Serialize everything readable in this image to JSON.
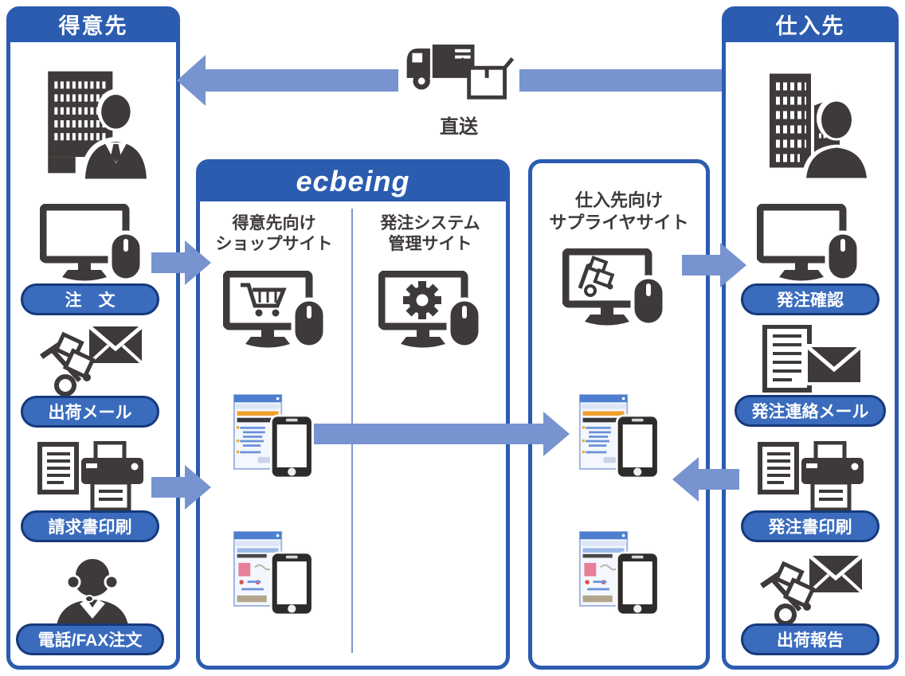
{
  "diagram_title": "ecbeing order/supply flow diagram",
  "colors": {
    "panel_blue": "#2b5cb0",
    "pill_fill": "#3a6bbd",
    "pill_border": "#16397a",
    "arrow_blue": "#7793d0",
    "icon_dark": "#3e3a39"
  },
  "customer_panel": {
    "title": "得意先",
    "order_label": "注　文",
    "shipping_mail_label": "出荷メール",
    "invoice_print_label": "請求書印刷",
    "phone_fax_label": "電話/FAX注文"
  },
  "ecbeing_panel": {
    "logo": "ecbeing",
    "shop_site_title_line1": "得意先向け",
    "shop_site_title_line2": "ショップサイト",
    "admin_site_title_line1": "発注システム",
    "admin_site_title_line2": "管理サイト"
  },
  "supplier_site_panel": {
    "title_line1": "仕入先向け",
    "title_line2": "サプライヤサイト"
  },
  "supplier_panel": {
    "title": "仕入先",
    "order_check_label": "発注確認",
    "order_mail_label": "発注連絡メール",
    "order_print_label": "発注書印刷",
    "shipping_report_label": "出荷報告"
  },
  "direct_shipping": {
    "label": "直送"
  },
  "icons": {
    "customer_company": "office-building-with-businessman-icon",
    "supplier_company": "office-buildings-with-person-icon",
    "order_pc": "monitor-mouse-icon",
    "shop_site_pc": "monitor-cart-mouse-icon",
    "admin_site_pc": "monitor-gear-mouse-icon",
    "supplier_site_pc": "monitor-handtruck-mouse-icon",
    "shipping_mail": "handtruck-envelope-icon",
    "document_print": "document-printer-icon",
    "document_mail": "document-envelope-icon",
    "call_center": "operator-headset-icon",
    "direct_shipping": "delivery-truck-box-icon",
    "site_screens": "browser-smartphone-thumbnail"
  }
}
